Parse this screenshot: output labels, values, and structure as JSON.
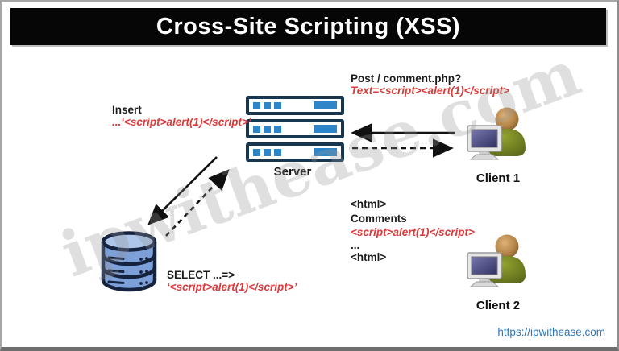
{
  "title": "Cross-Site Scripting (XSS)",
  "watermark": "ipwithease.com",
  "nodes": {
    "server": "Server",
    "client1": "Client 1",
    "client2": "Client 2"
  },
  "texts": {
    "insert": {
      "label": "Insert",
      "payload": "...‘<script>alert(1)</script>’"
    },
    "post": {
      "label": "Post / comment.php?",
      "payload": "Text=<script><alert(1)</script>"
    },
    "response": {
      "lines": [
        "<html>",
        "Comments",
        "<script>alert(1)</script>",
        "...",
        "<html>"
      ]
    },
    "select": {
      "label": "SELECT ...=>",
      "payload": "‘<script>alert(1)</script>’"
    }
  },
  "footer": {
    "url": "https://ipwithease.com"
  },
  "colors": {
    "payload_red": "#db3b3b",
    "server_navy": "#17364f",
    "server_blue": "#2e86c9",
    "db_fill_blue": "#7da0d8",
    "link_blue": "#2e75b6",
    "title_bg": "#060606"
  },
  "icons": {
    "server": "server-rack-icon",
    "client": "user-with-computer-icon",
    "database": "database-cylinder-icon"
  }
}
